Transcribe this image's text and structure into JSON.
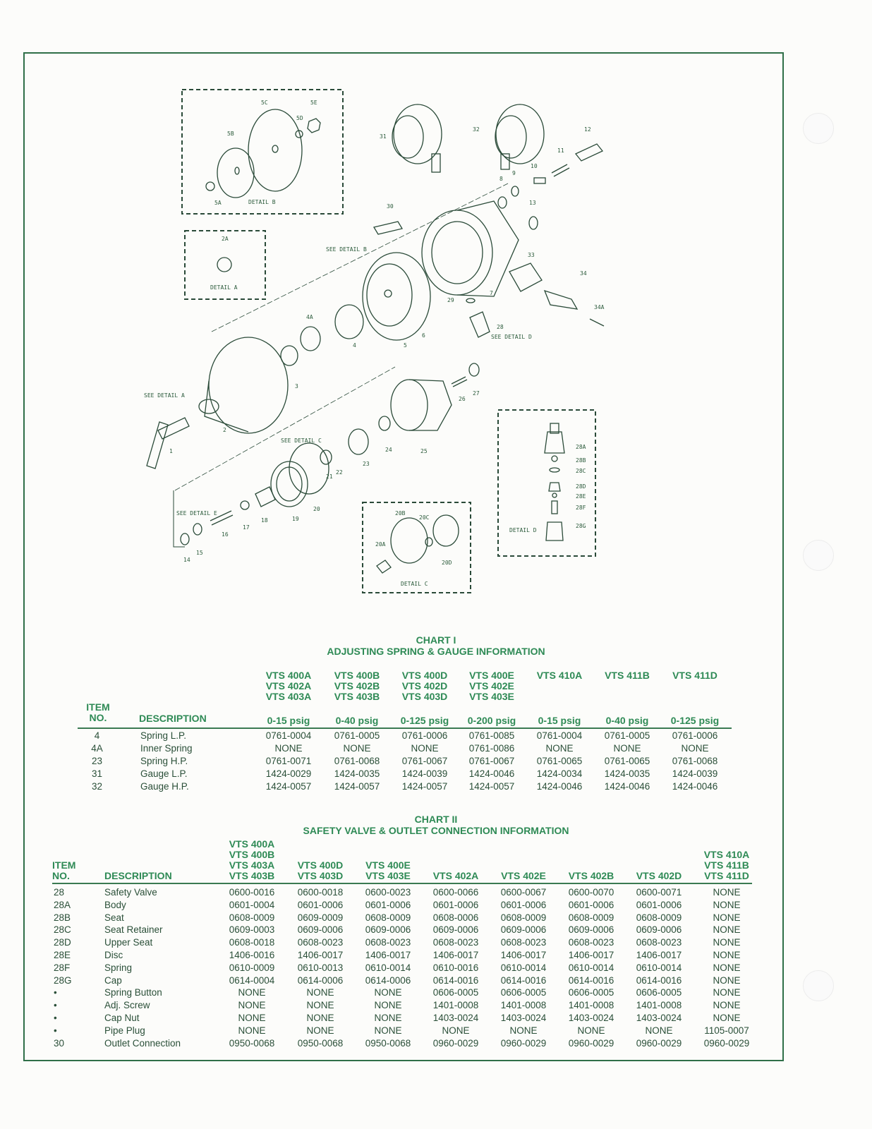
{
  "diagram": {
    "labels": {
      "detail_b": "DETAIL B",
      "detail_a": "DETAIL A",
      "detail_c": "DETAIL C",
      "detail_d": "DETAIL D",
      "see_detail_a": "SEE DETAIL A",
      "see_detail_b": "SEE DETAIL B",
      "see_detail_c": "SEE DETAIL C",
      "see_detail_d": "SEE DETAIL D",
      "see_detail_e": "SEE DETAIL E",
      "n5c": "5C",
      "n5e": "5E",
      "n5d": "5D",
      "n5b": "5B",
      "n5a": "5A",
      "n2a": "2A",
      "n31": "31",
      "n32": "32",
      "n12": "12",
      "n11": "11",
      "n10": "10",
      "n8": "8",
      "n9": "9",
      "n13": "13",
      "n30": "30",
      "n33": "33",
      "n34": "34",
      "n34a": "34A",
      "n29": "29",
      "n28": "28",
      "n7": "7",
      "n4a": "4A",
      "n4": "4",
      "n5": "5",
      "n6": "6",
      "n3": "3",
      "n2": "2",
      "n1": "1",
      "n26": "26",
      "n27": "27",
      "n24": "24",
      "n25": "25",
      "n23": "23",
      "n21": "21",
      "n22": "22",
      "n20": "20",
      "n19": "19",
      "n18": "18",
      "n17": "17",
      "n16": "16",
      "n15": "15",
      "n14": "14",
      "n20b": "20B",
      "n20c": "20C",
      "n20a": "20A",
      "n20d": "20D",
      "n28a": "28A",
      "n28b": "28B",
      "n28c": "28C",
      "n28d": "28D",
      "n28e": "28E",
      "n28f": "28F",
      "n28g": "28G"
    }
  },
  "chart1": {
    "title": "CHART I",
    "subtitle": "ADJUSTING SPRING & GAUGE INFORMATION",
    "item_header": [
      "ITEM",
      "NO."
    ],
    "desc_header": "DESCRIPTION",
    "columns": [
      {
        "models": [
          "VTS 400A",
          "VTS 402A",
          "VTS 403A"
        ],
        "range": "0-15 psig"
      },
      {
        "models": [
          "VTS 400B",
          "VTS 402B",
          "VTS 403B"
        ],
        "range": "0-40 psig"
      },
      {
        "models": [
          "VTS 400D",
          "VTS 402D",
          "VTS 403D"
        ],
        "range": "0-125 psig"
      },
      {
        "models": [
          "VTS 400E",
          "VTS 402E",
          "VTS 403E"
        ],
        "range": "0-200 psig"
      },
      {
        "models": [
          "VTS 410A"
        ],
        "range": "0-15 psig"
      },
      {
        "models": [
          "VTS 411B"
        ],
        "range": "0-40 psig"
      },
      {
        "models": [
          "VTS 411D"
        ],
        "range": "0-125 psig"
      }
    ],
    "rows": [
      {
        "item": "4",
        "desc": "Spring L.P.",
        "values": [
          "0761-0004",
          "0761-0005",
          "0761-0006",
          "0761-0085",
          "0761-0004",
          "0761-0005",
          "0761-0006"
        ]
      },
      {
        "item": "4A",
        "desc": "Inner Spring",
        "values": [
          "NONE",
          "NONE",
          "NONE",
          "0761-0086",
          "NONE",
          "NONE",
          "NONE"
        ]
      },
      {
        "item": "23",
        "desc": "Spring H.P.",
        "values": [
          "0761-0071",
          "0761-0068",
          "0761-0067",
          "0761-0067",
          "0761-0065",
          "0761-0065",
          "0761-0068"
        ]
      },
      {
        "item": "31",
        "desc": "Gauge L.P.",
        "values": [
          "1424-0029",
          "1424-0035",
          "1424-0039",
          "1424-0046",
          "1424-0034",
          "1424-0035",
          "1424-0039"
        ]
      },
      {
        "item": "32",
        "desc": "Gauge H.P.",
        "values": [
          "1424-0057",
          "1424-0057",
          "1424-0057",
          "1424-0057",
          "1424-0046",
          "1424-0046",
          "1424-0046"
        ]
      }
    ]
  },
  "chart2": {
    "title": "CHART II",
    "subtitle": "SAFETY VALVE & OUTLET CONNECTION INFORMATION",
    "item_header": [
      "ITEM",
      "NO."
    ],
    "desc_header": "DESCRIPTION",
    "columns": [
      [
        "VTS 400A",
        "VTS 400B",
        "VTS 403A",
        "VTS 403B"
      ],
      [
        "VTS 400D",
        "VTS 403D"
      ],
      [
        "VTS 400E",
        "VTS 403E"
      ],
      [
        "VTS 402A"
      ],
      [
        "VTS 402E"
      ],
      [
        "VTS 402B"
      ],
      [
        "VTS 402D"
      ],
      [
        "VTS 410A",
        "VTS 411B",
        "VTS 411D"
      ]
    ],
    "rows": [
      {
        "item": "28",
        "desc": "Safety Valve",
        "values": [
          "0600-0016",
          "0600-0018",
          "0600-0023",
          "0600-0066",
          "0600-0067",
          "0600-0070",
          "0600-0071",
          "NONE"
        ]
      },
      {
        "item": "28A",
        "desc": "Body",
        "values": [
          "0601-0004",
          "0601-0006",
          "0601-0006",
          "0601-0006",
          "0601-0006",
          "0601-0006",
          "0601-0006",
          "NONE"
        ]
      },
      {
        "item": "28B",
        "desc": "Seat",
        "values": [
          "0608-0009",
          "0609-0009",
          "0608-0009",
          "0608-0006",
          "0608-0009",
          "0608-0009",
          "0608-0009",
          "NONE"
        ]
      },
      {
        "item": "28C",
        "desc": "Seat Retainer",
        "values": [
          "0609-0003",
          "0609-0006",
          "0609-0006",
          "0609-0006",
          "0609-0006",
          "0609-0006",
          "0609-0006",
          "NONE"
        ]
      },
      {
        "item": "28D",
        "desc": "Upper Seat",
        "values": [
          "0608-0018",
          "0608-0023",
          "0608-0023",
          "0608-0023",
          "0608-0023",
          "0608-0023",
          "0608-0023",
          "NONE"
        ]
      },
      {
        "item": "28E",
        "desc": "Disc",
        "values": [
          "1406-0016",
          "1406-0017",
          "1406-0017",
          "1406-0017",
          "1406-0017",
          "1406-0017",
          "1406-0017",
          "NONE"
        ]
      },
      {
        "item": "28F",
        "desc": "Spring",
        "values": [
          "0610-0009",
          "0610-0013",
          "0610-0014",
          "0610-0016",
          "0610-0014",
          "0610-0014",
          "0610-0014",
          "NONE"
        ]
      },
      {
        "item": "28G",
        "desc": "Cap",
        "values": [
          "0614-0004",
          "0614-0006",
          "0614-0006",
          "0614-0016",
          "0614-0016",
          "0614-0016",
          "0614-0016",
          "NONE"
        ]
      },
      {
        "item": "•",
        "desc": "Spring Button",
        "values": [
          "NONE",
          "NONE",
          "NONE",
          "0606-0005",
          "0606-0005",
          "0606-0005",
          "0606-0005",
          "NONE"
        ]
      },
      {
        "item": "•",
        "desc": "Adj. Screw",
        "values": [
          "NONE",
          "NONE",
          "NONE",
          "1401-0008",
          "1401-0008",
          "1401-0008",
          "1401-0008",
          "NONE"
        ]
      },
      {
        "item": "•",
        "desc": "Cap Nut",
        "values": [
          "NONE",
          "NONE",
          "NONE",
          "1403-0024",
          "1403-0024",
          "1403-0024",
          "1403-0024",
          "NONE"
        ]
      },
      {
        "item": "•",
        "desc": "Pipe Plug",
        "values": [
          "NONE",
          "NONE",
          "NONE",
          "NONE",
          "NONE",
          "NONE",
          "NONE",
          "1105-0007"
        ]
      },
      {
        "item": "30",
        "desc": "Outlet Connection",
        "values": [
          "0950-0068",
          "0950-0068",
          "0950-0068",
          "0960-0029",
          "0960-0029",
          "0960-0029",
          "0960-0029",
          "0960-0029"
        ]
      }
    ]
  }
}
